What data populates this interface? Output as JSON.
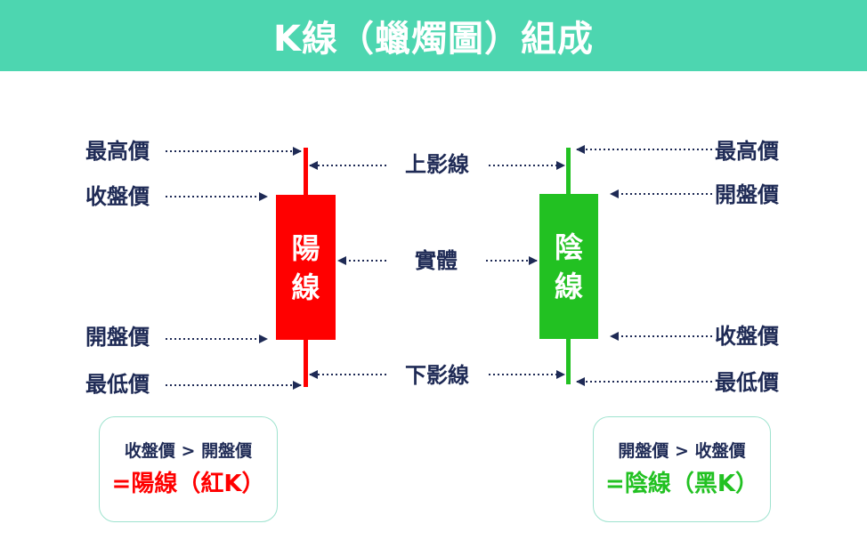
{
  "title": "K線（蠟燭圖）組成",
  "yang": {
    "body_line1": "陽",
    "body_line2": "線",
    "color": "#ff0000",
    "labels": {
      "high": "最高價",
      "close": "收盤價",
      "open": "開盤價",
      "low": "最低價"
    },
    "summary": {
      "comparison": "收盤價 > 開盤價",
      "result": "=陽線（紅K）"
    }
  },
  "yin": {
    "body_line1": "陰",
    "body_line2": "線",
    "color": "#22c122",
    "labels": {
      "high": "最高價",
      "open": "開盤價",
      "close": "收盤價",
      "low": "最低價"
    },
    "summary": {
      "comparison": "開盤價 > 收盤價",
      "result": "=陰線（黑K）"
    }
  },
  "center_labels": {
    "upper_shadow": "上影線",
    "body": "實體",
    "lower_shadow": "下影線"
  },
  "colors": {
    "header": "#4dd6b0",
    "text": "#1e2a55",
    "arrow": "#1e2a55",
    "box_border": "#9fe3cf"
  }
}
